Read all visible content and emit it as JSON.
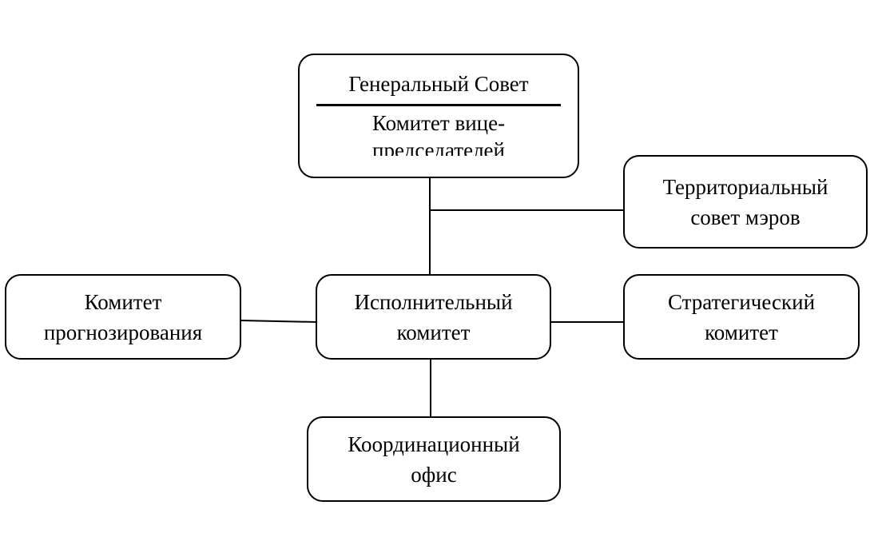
{
  "diagram": {
    "general_council": {
      "title": "Генеральный Совет",
      "subtitle_lines": [
        "Комитет вице-",
        "председателей"
      ]
    },
    "territorial_council": {
      "lines": [
        "Территориальный",
        "совет мэров"
      ]
    },
    "forecasting_committee": {
      "lines": [
        "Комитет",
        "прогнозирования"
      ]
    },
    "executive_committee": {
      "lines": [
        "Исполнительный",
        "комитет"
      ]
    },
    "strategic_committee": {
      "lines": [
        "Стратегический",
        "комитет"
      ]
    },
    "coordination_office": {
      "lines": [
        "Координационный",
        "офис"
      ]
    },
    "connections": [
      [
        "general_council",
        "executive_committee"
      ],
      [
        "general_council",
        "territorial_council"
      ],
      [
        "executive_committee",
        "forecasting_committee"
      ],
      [
        "executive_committee",
        "strategic_committee"
      ],
      [
        "executive_committee",
        "coordination_office"
      ]
    ],
    "line_color": "#000000"
  }
}
